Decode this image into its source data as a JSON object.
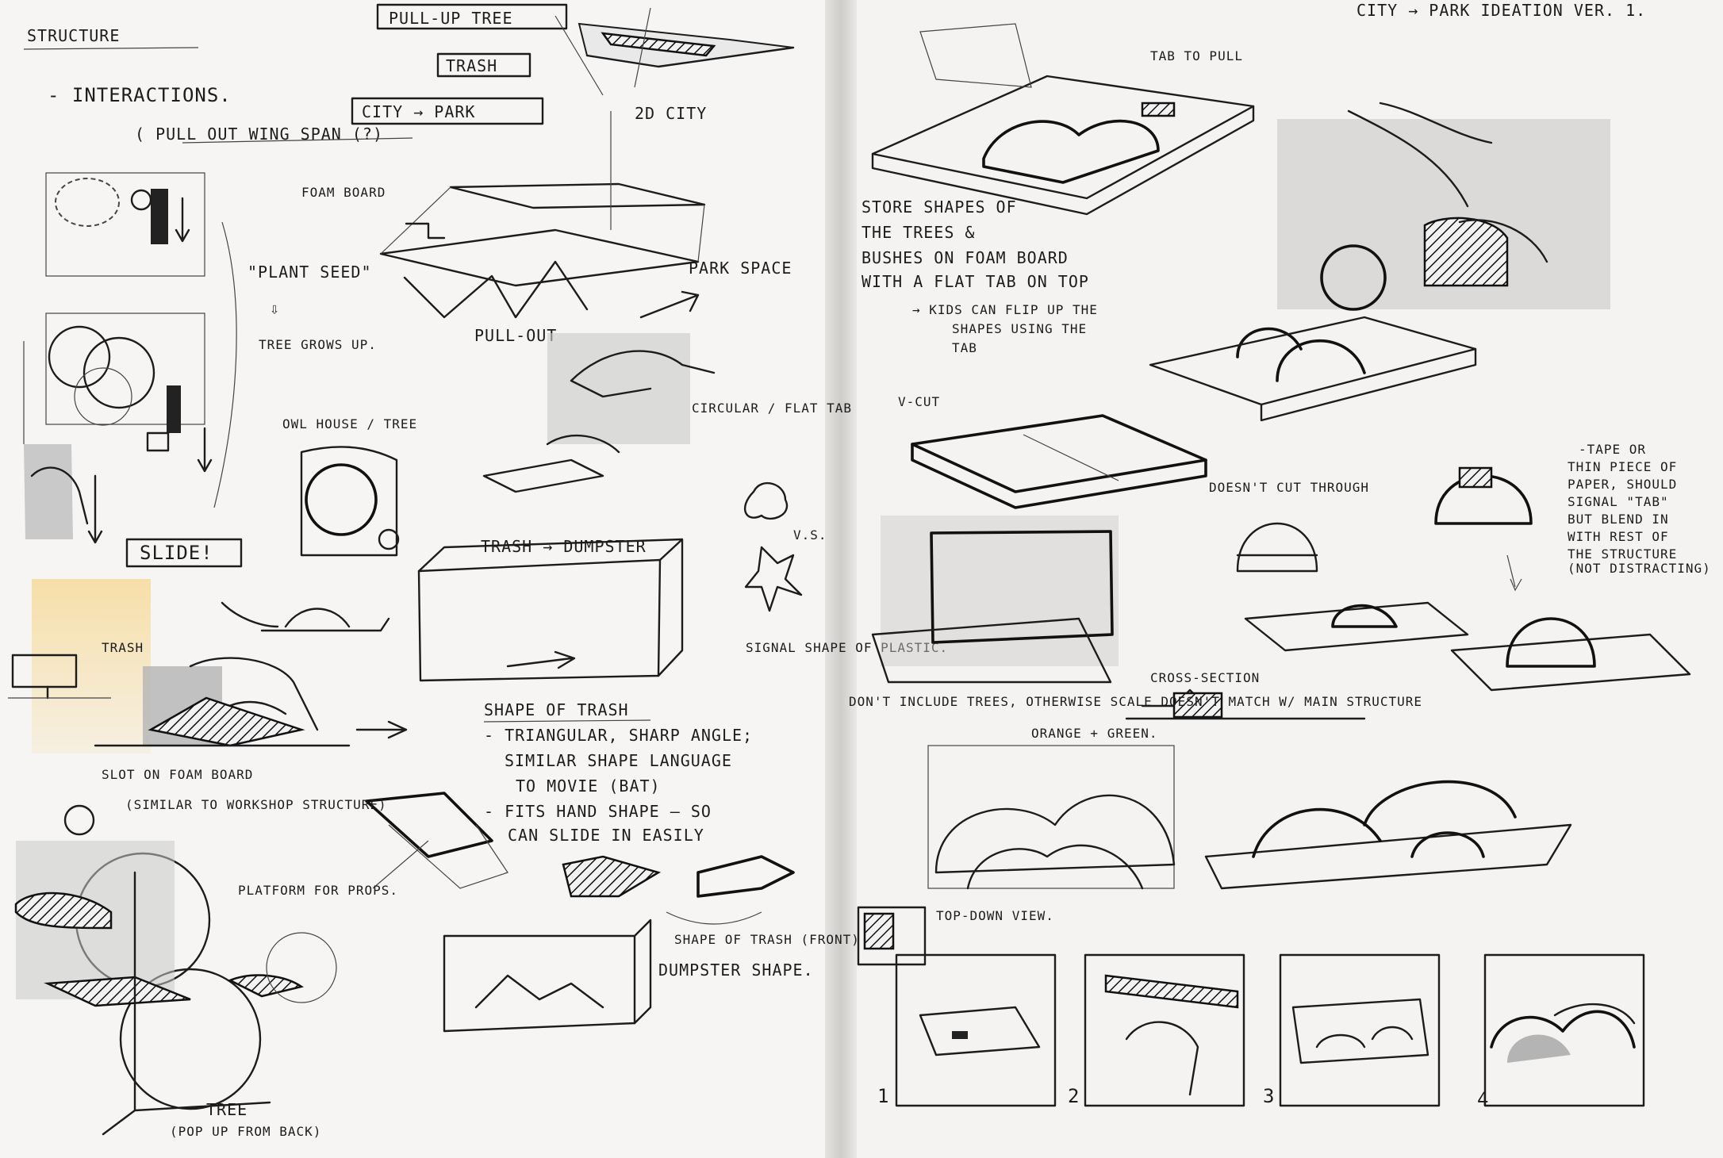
{
  "left_page": {
    "structure_heading": "STRUCTURE",
    "interactions_label": "- INTERACTIONS.",
    "tag_pull_up_tree": "PULL-UP TREE",
    "tag_trash": "TRASH",
    "tag_city_park": "CITY → PARK",
    "pull_out_wingspan": "( PULL OUT WING SPAN (?)",
    "label_2d_city": "2D CITY",
    "label_foam_board": "FOAM BOARD",
    "label_park_space": "PARK SPACE",
    "label_pull_out": "PULL-OUT",
    "label_plant_seed": "\"PLANT SEED\"",
    "label_arrow_down": "⇩",
    "label_tree_grows": "TREE GROWS UP.",
    "label_owl_house": "OWL HOUSE / TREE",
    "label_circular_tab": "CIRCULAR / FLAT TAB",
    "label_slide": "SLIDE!",
    "label_trash_dumpster": "TRASH → DUMPSTER",
    "label_vs": "V.S.",
    "label_trash_small": "TRASH",
    "label_signal_shape": "SIGNAL SHAPE OF PLASTIC.",
    "label_slot": "SLOT ON FOAM BOARD",
    "shape_of_trash_heading": "SHAPE OF TRASH",
    "trash_note_1": "- TRIANGULAR, SHARP ANGLE;",
    "trash_note_2": "SIMILAR SHAPE LANGUAGE",
    "trash_note_3": "TO MOVIE (BAT)",
    "trash_note_4": "- FITS HAND SHAPE — SO",
    "trash_note_5": "CAN SLIDE IN EASILY",
    "label_similar_workshop": "(SIMILAR TO WORKSHOP STRUCTURE)",
    "label_platform_props": "PLATFORM FOR PROPS.",
    "label_shape_trash_front": "SHAPE OF TRASH (FRONT)",
    "label_dumpster_shape": "DUMPSTER SHAPE.",
    "label_tree": "TREE",
    "label_pop_up": "(POP UP FROM BACK)"
  },
  "right_page": {
    "title": "CITY → PARK IDEATION VER. 1.",
    "label_tab_to_pull": "TAB TO PULL",
    "store_note_1": "STORE SHAPES OF",
    "store_note_2": "THE TREES &",
    "store_note_3": "BUSHES ON FOAM BOARD",
    "store_note_4": "WITH A FLAT TAB ON TOP",
    "kids_note_1": "→ KIDS CAN FLIP UP THE",
    "kids_note_2": "SHAPES USING THE",
    "kids_note_3": "TAB",
    "label_v_cut": "V-CUT",
    "label_doesnt_cut": "DOESN'T CUT THROUGH",
    "tape_note_1": "-TAPE OR",
    "tape_note_2": "THIN PIECE OF",
    "tape_note_3": "PAPER, SHOULD",
    "tape_note_4": "SIGNAL \"TAB\"",
    "tape_note_5": "BUT BLEND IN",
    "tape_note_6": "WITH REST OF",
    "tape_note_7": "THE STRUCTURE",
    "tape_note_8": "(NOT DISTRACTING)",
    "label_cross_section": "CROSS-SECTION",
    "dont_note": "DON'T INCLUDE TREES, OTHERWISE SCALE DOESN'T MATCH W/ MAIN STRUCTURE",
    "label_orange_green": "ORANGE + GREEN.",
    "label_top_down": "TOP-DOWN VIEW.",
    "steps": [
      "1",
      "2",
      "3",
      "4"
    ]
  },
  "colors": {
    "paper": "#f6f5f3",
    "ink": "#1c1c1c",
    "marker_grey": "#c9c9c9",
    "marker_yellow": "#f6dca0"
  }
}
